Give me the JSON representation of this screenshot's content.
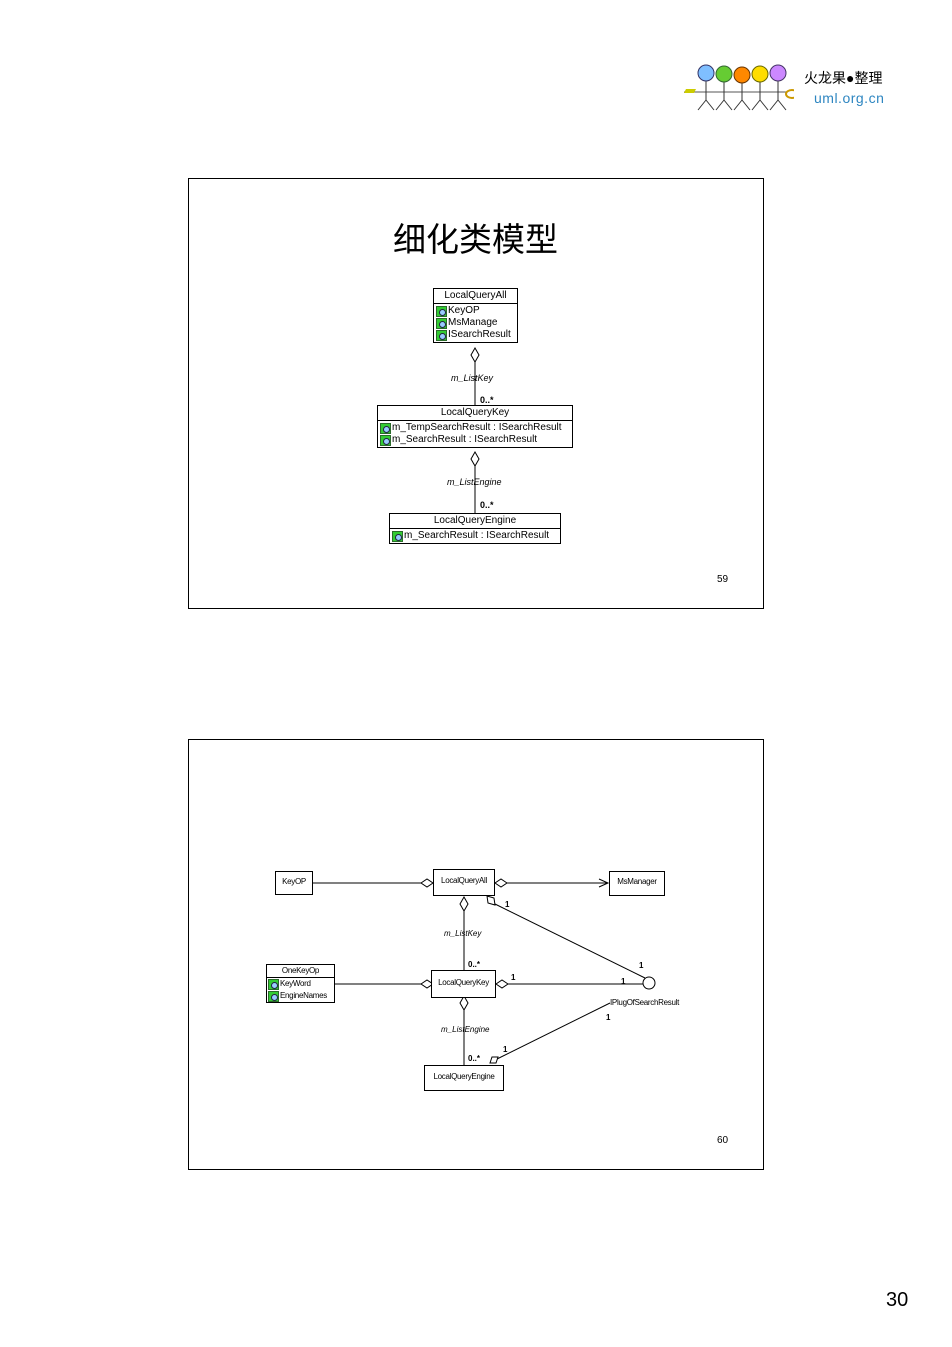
{
  "logo": {
    "title": "火龙果●整理",
    "url": "uml.org.cn",
    "colors": [
      "#7fbfff",
      "#66cc33",
      "#ff8800",
      "#ffdd00",
      "#cc88ff"
    ]
  },
  "page_number": "30",
  "slide1": {
    "title": "细化类模型",
    "number": "59",
    "classes": {
      "local_query_all": {
        "name": "LocalQueryAll",
        "attrs": [
          "KeyOP",
          "MsManage",
          "ISearchResult"
        ]
      },
      "local_query_key": {
        "name": "LocalQueryKey",
        "attrs": [
          "m_TempSearchResult : ISearchResult",
          "m_SearchResult : ISearchResult"
        ]
      },
      "local_query_engine": {
        "name": "LocalQueryEngine",
        "attrs": [
          "m_SearchResult : ISearchResult"
        ]
      }
    },
    "roles": {
      "list_key": "m_ListKey",
      "list_engine": "m_ListEngine"
    },
    "mult": {
      "key": "0..*",
      "engine": "0..*"
    }
  },
  "slide2": {
    "number": "60",
    "classes": {
      "key_op": "KeyOP",
      "local_query_all": "LocalQueryAll",
      "ms_manager": "MsManager",
      "one_key_op": {
        "name": "OneKeyOp",
        "attrs": [
          "KeyWord",
          "EngineNames"
        ]
      },
      "local_query_key": "LocalQueryKey",
      "local_query_engine": "LocalQueryEngine"
    },
    "interface": "IPlugOfSearchResult",
    "roles": {
      "list_key": "m_ListKey",
      "list_engine": "m_ListEngine"
    },
    "mult": {
      "all_key": "0..*",
      "key_engine": "0..*",
      "all_iface_a": "1",
      "all_iface_b": "1",
      "key_iface_a": "1",
      "key_iface_b": "1",
      "engine_iface_a": "1",
      "engine_iface_b": "1"
    }
  }
}
